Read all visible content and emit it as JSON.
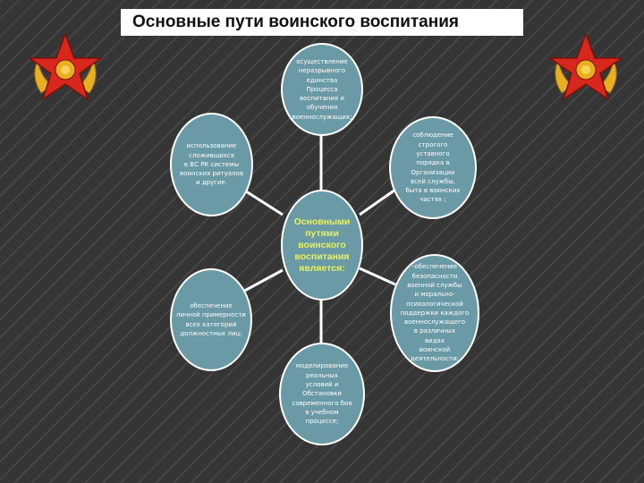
{
  "title": "Основные пути воинского воспитания",
  "colors": {
    "node_fill": "#6a9aa5",
    "center_text": "#e9f25a",
    "emblem_red": "#d8281e",
    "emblem_gold": "#e8b020"
  },
  "emblems": {
    "left": "star-emblem-icon",
    "right": "star-emblem-icon"
  },
  "diagram": {
    "center": "Основными\nпутями\nвоинского\nвоспитания\nявляется:",
    "top": "осуществление\nнеразрывного\nединства\nПроцесса\nвоспитания и\nобучения\nвоеннослужащих;",
    "top_right": "соблюдение\nстрогого\nуставного\nпорядка в\nОрганизации\nвсей службы,\nбыта в воинских\nчастях ;",
    "bottom_right": "-обеспечение\nбезопасности\nвоенной службы\nи морально-\nпсихологической\nподдержки каждого\nвоеннослужащего\nв различных\nвидах\nвоинской\nдеятельности;",
    "bottom": "моделирование\nреальных\nусловий и\nОбстановки\nсовременного боя\nв учебном\nпроцессе;",
    "bottom_left": "обеспечение\nличной примерности\nвсех категорий\nдолжностных лиц;",
    "top_left": "использование\nсложившихся\nв ВС РК системы\nвоинских ритуалов\nи другие."
  }
}
